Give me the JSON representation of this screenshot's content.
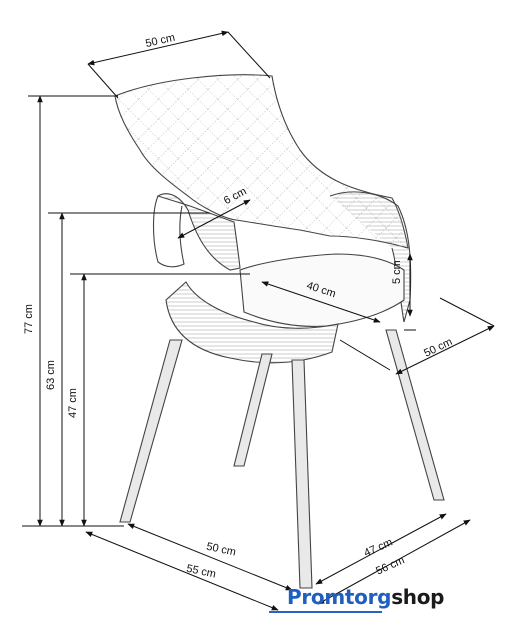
{
  "dimensions": {
    "seat_width_top": "50 cm",
    "armrest_thickness": "6 cm",
    "seat_depth": "40 cm",
    "seat_thickness": "5 cm",
    "seat_side_width": "50 cm",
    "total_height": "77 cm",
    "armrest_height": "63 cm",
    "seat_height": "47 cm",
    "base_depth_inner": "50 cm",
    "base_depth_outer": "55 cm",
    "base_width_inner": "47 cm",
    "base_width_outer": "56 cm"
  },
  "brand": {
    "part1": "Promtorg",
    "part2": "shop",
    "accent": "#1f5fbf"
  }
}
